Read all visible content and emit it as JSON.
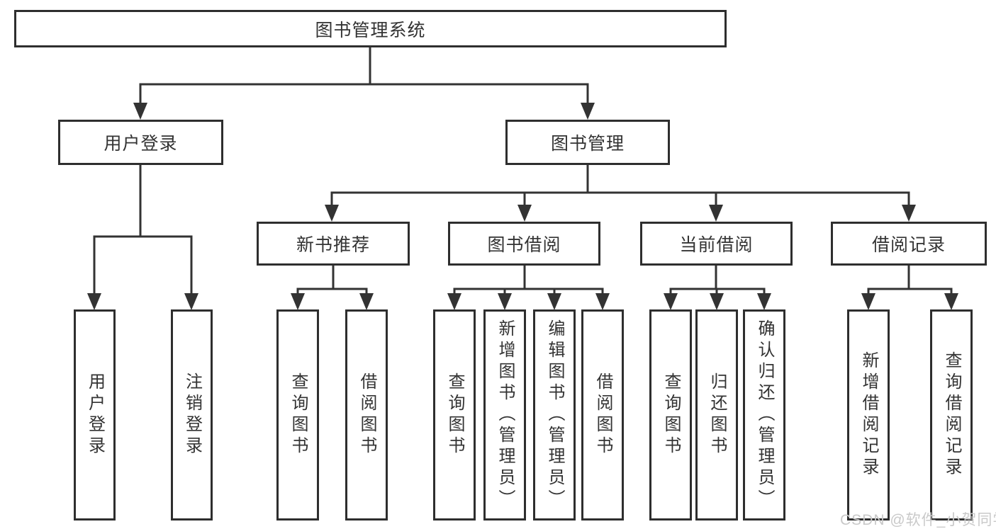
{
  "diagram_title": "图书管理系统",
  "tree": {
    "root": {
      "label": "图书管理系统",
      "children": [
        {
          "label": "用户登录",
          "children": [
            {
              "label": "用户登录"
            },
            {
              "label": "注销登录"
            }
          ]
        },
        {
          "label": "图书管理",
          "children": [
            {
              "label": "新书推荐",
              "children": [
                {
                  "label": "查询图书"
                },
                {
                  "label": "借阅图书"
                }
              ]
            },
            {
              "label": "图书借阅",
              "children": [
                {
                  "label": "查询图书"
                },
                {
                  "label": "新增图书（管理员）"
                },
                {
                  "label": "编辑图书（管理员）"
                },
                {
                  "label": "借阅图书"
                }
              ]
            },
            {
              "label": "当前借阅",
              "children": [
                {
                  "label": "查询图书"
                },
                {
                  "label": "归还图书"
                },
                {
                  "label": "确认归还（管理员）"
                }
              ]
            },
            {
              "label": "借阅记录",
              "children": [
                {
                  "label": "新增借阅记录"
                },
                {
                  "label": "查询借阅记录"
                }
              ]
            }
          ]
        }
      ]
    }
  },
  "watermark": "CSDN @软件_小贺同学",
  "colors": {
    "line": "#333333",
    "border": "#2e2e2e",
    "text": "#333333",
    "watermark": "#c9c9c9",
    "background": "#ffffff"
  }
}
